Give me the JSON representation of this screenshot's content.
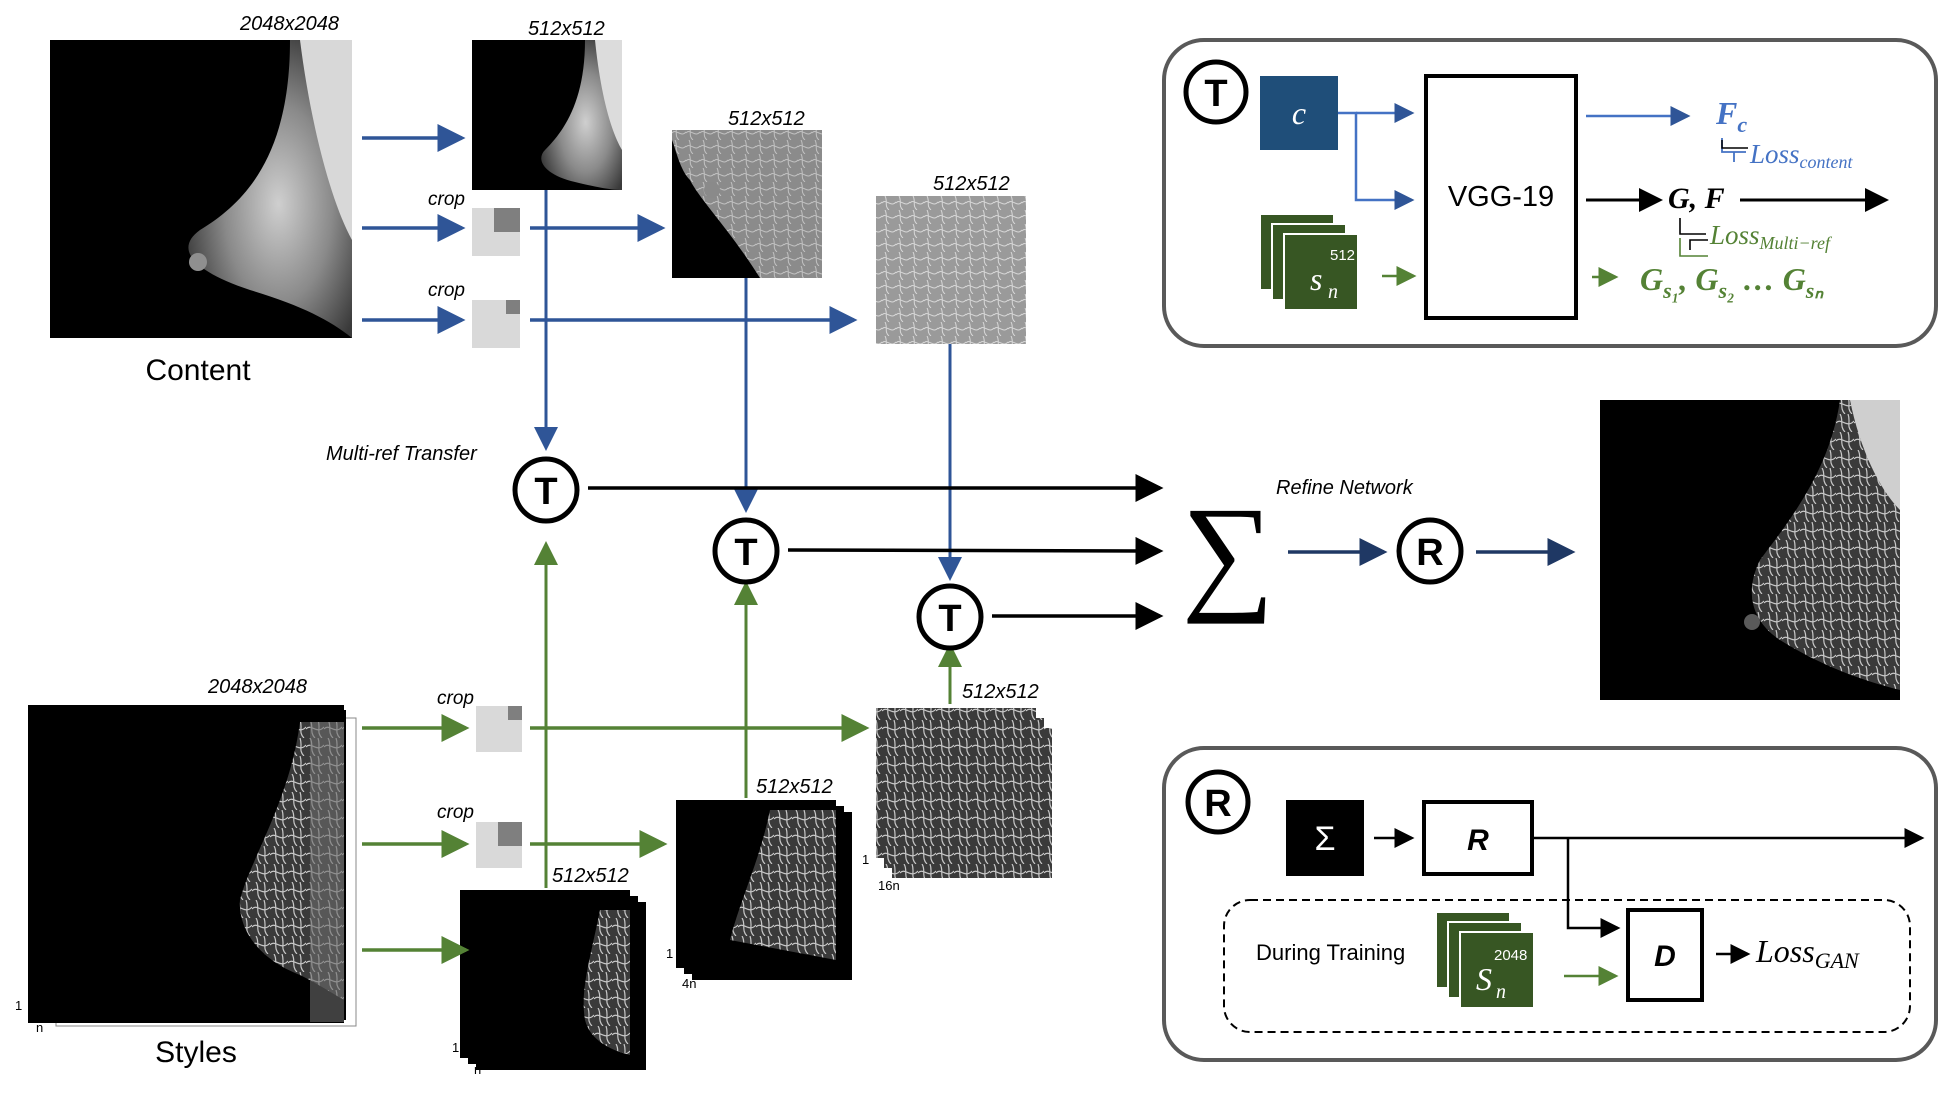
{
  "content": {
    "title": "Content",
    "size_full": "2048x2048",
    "size_patch": "512x512",
    "crop_label": "crop"
  },
  "styles": {
    "title": "Styles",
    "size_full": "2048x2048",
    "size_patch": "512x512",
    "crop_label": "crop",
    "stack_first": "1",
    "stack_n": "n",
    "stack_4n": "4n",
    "stack_16n": "16n"
  },
  "pipeline": {
    "multi_ref_label": "Multi-ref Transfer",
    "transfer_node": "T",
    "sum_symbol": "∑",
    "refine_label": "Refine Network",
    "refine_node": "R"
  },
  "transfer_box": {
    "node": "T",
    "c_label": "c",
    "s_label": "s",
    "s_sub": "n",
    "s_size": "512",
    "vgg_label": "VGG-19",
    "fc": "F",
    "fc_sub": "c",
    "loss_content": "Loss",
    "loss_content_sub": "content",
    "gf": "G, F",
    "loss_multi": "Loss",
    "loss_multi_sub": "Multi−ref",
    "g_series": "G",
    "g_subs": [
      "s₁",
      "s₂",
      "sₙ"
    ],
    "g_ellipsis": "…"
  },
  "refine_box": {
    "node": "R",
    "sum_symbol": "Σ",
    "r_label": "R",
    "during_training": "During Training",
    "s_label": "S",
    "s_sub": "n",
    "s_size": "2048",
    "d_label": "D",
    "loss_gan": "Loss",
    "loss_gan_sub": "GAN"
  },
  "colors": {
    "blue": "#2f5597",
    "green": "#548235",
    "dark_green": "#375623",
    "navy_box": "#1f4e79",
    "black": "#000000"
  }
}
